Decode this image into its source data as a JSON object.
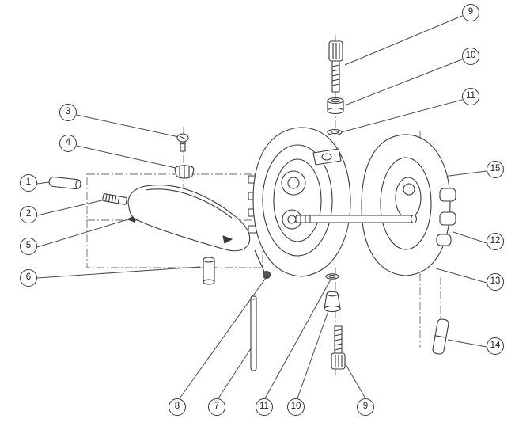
{
  "diagram": {
    "kind": "exploded-parts-assembly-drawing",
    "colors": {
      "line": "#3a3a3a",
      "leader": "#4a4a4a",
      "background": "#ffffff"
    },
    "callouts": [
      {
        "id": "9-top",
        "label": "9"
      },
      {
        "id": "10-top",
        "label": "10"
      },
      {
        "id": "11-top",
        "label": "11"
      },
      {
        "id": "15",
        "label": "15"
      },
      {
        "id": "12",
        "label": "12"
      },
      {
        "id": "13",
        "label": "13"
      },
      {
        "id": "14",
        "label": "14"
      },
      {
        "id": "3",
        "label": "3"
      },
      {
        "id": "4",
        "label": "4"
      },
      {
        "id": "1",
        "label": "1"
      },
      {
        "id": "2",
        "label": "2"
      },
      {
        "id": "5",
        "label": "5"
      },
      {
        "id": "6",
        "label": "6"
      },
      {
        "id": "8",
        "label": "8"
      },
      {
        "id": "7",
        "label": "7"
      },
      {
        "id": "11-bottom",
        "label": "11"
      },
      {
        "id": "10-bottom",
        "label": "10"
      },
      {
        "id": "9-bottom",
        "label": "9"
      }
    ]
  }
}
